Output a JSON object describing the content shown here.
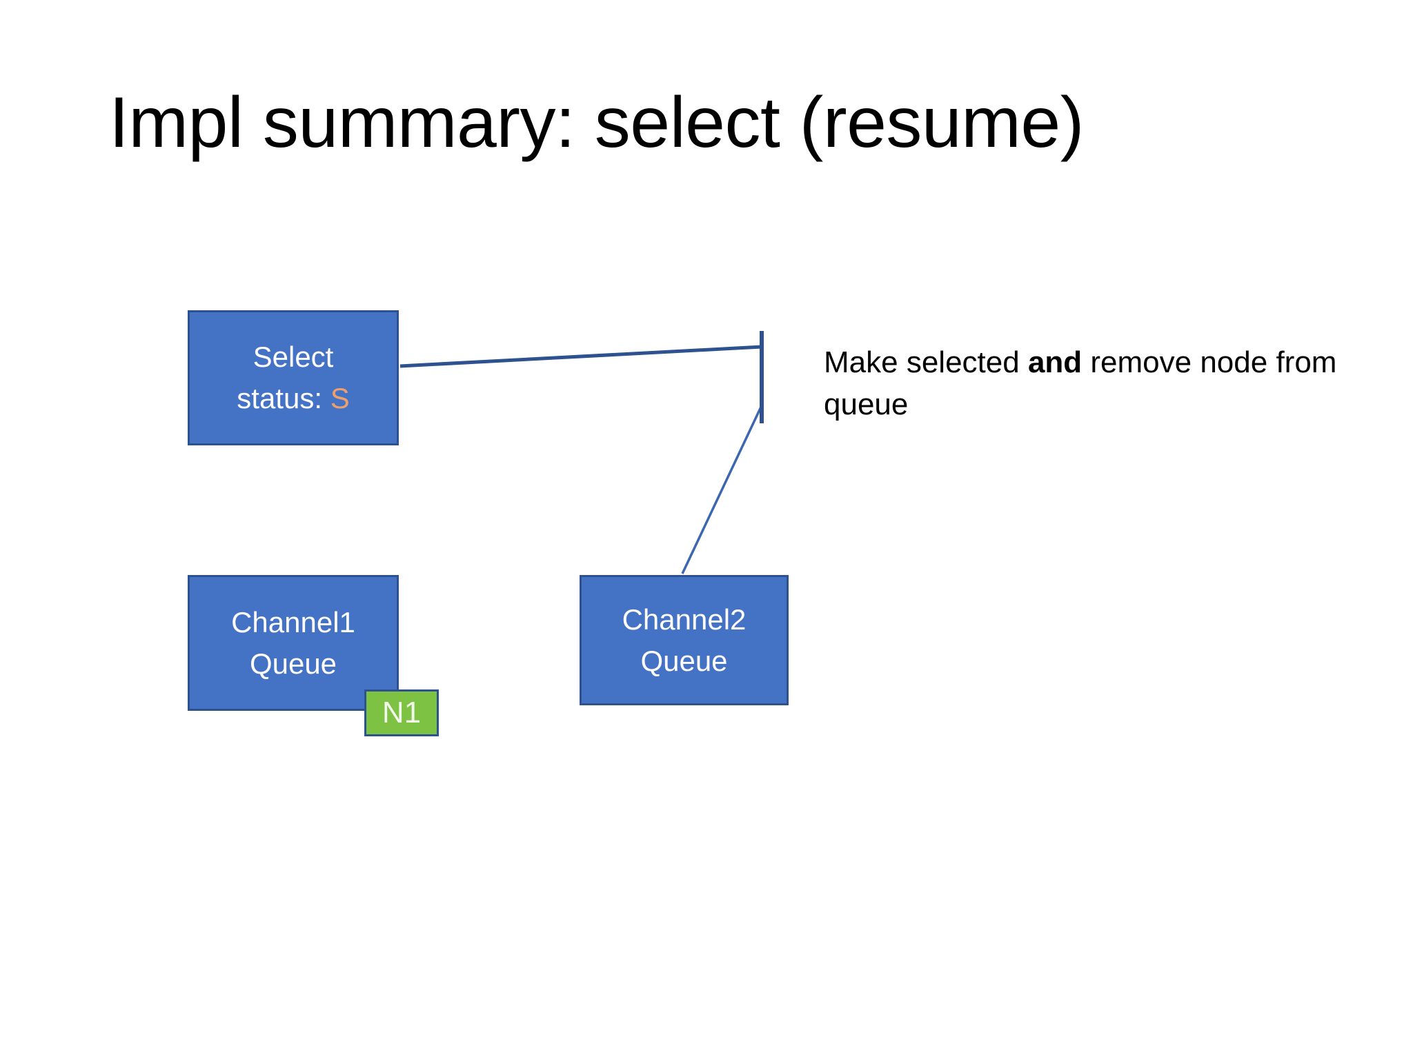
{
  "slide": {
    "title": "Impl summary: select (resume)",
    "background_color": "#FFFFFF"
  },
  "palette": {
    "box_fill": "#4472C4",
    "box_border": "#2E528F",
    "box_text": "#FFFFFF",
    "node_fill": "#7DC242",
    "node_border": "#2E528F",
    "node_text": "#F2F8EC",
    "status_value_color": "#EFA06A",
    "connector_color": "#2E528F",
    "annotation_color": "#000000"
  },
  "boxes": {
    "select": {
      "label": "Select",
      "status_label": "status: ",
      "status_value": "S"
    },
    "channel1": {
      "line1": "Channel1",
      "line2": "Queue"
    },
    "channel2": {
      "line1": "Channel2",
      "line2": "Queue"
    }
  },
  "node": {
    "label": "N1"
  },
  "annotation": {
    "part1": "Make selected ",
    "emphasis": "and",
    "part2": " remove node from queue",
    "full_text": "Make selected and remove node from queue"
  },
  "connectors": [
    {
      "name": "select-to-bracket",
      "from": "select-box-right-edge",
      "to": "bracket-top"
    },
    {
      "name": "channel2-to-bracket",
      "from": "channel2-box-top-edge",
      "to": "bracket-bottom"
    },
    {
      "name": "bracket",
      "description": "vertical grouping bar joining both connectors to the annotation"
    }
  ]
}
